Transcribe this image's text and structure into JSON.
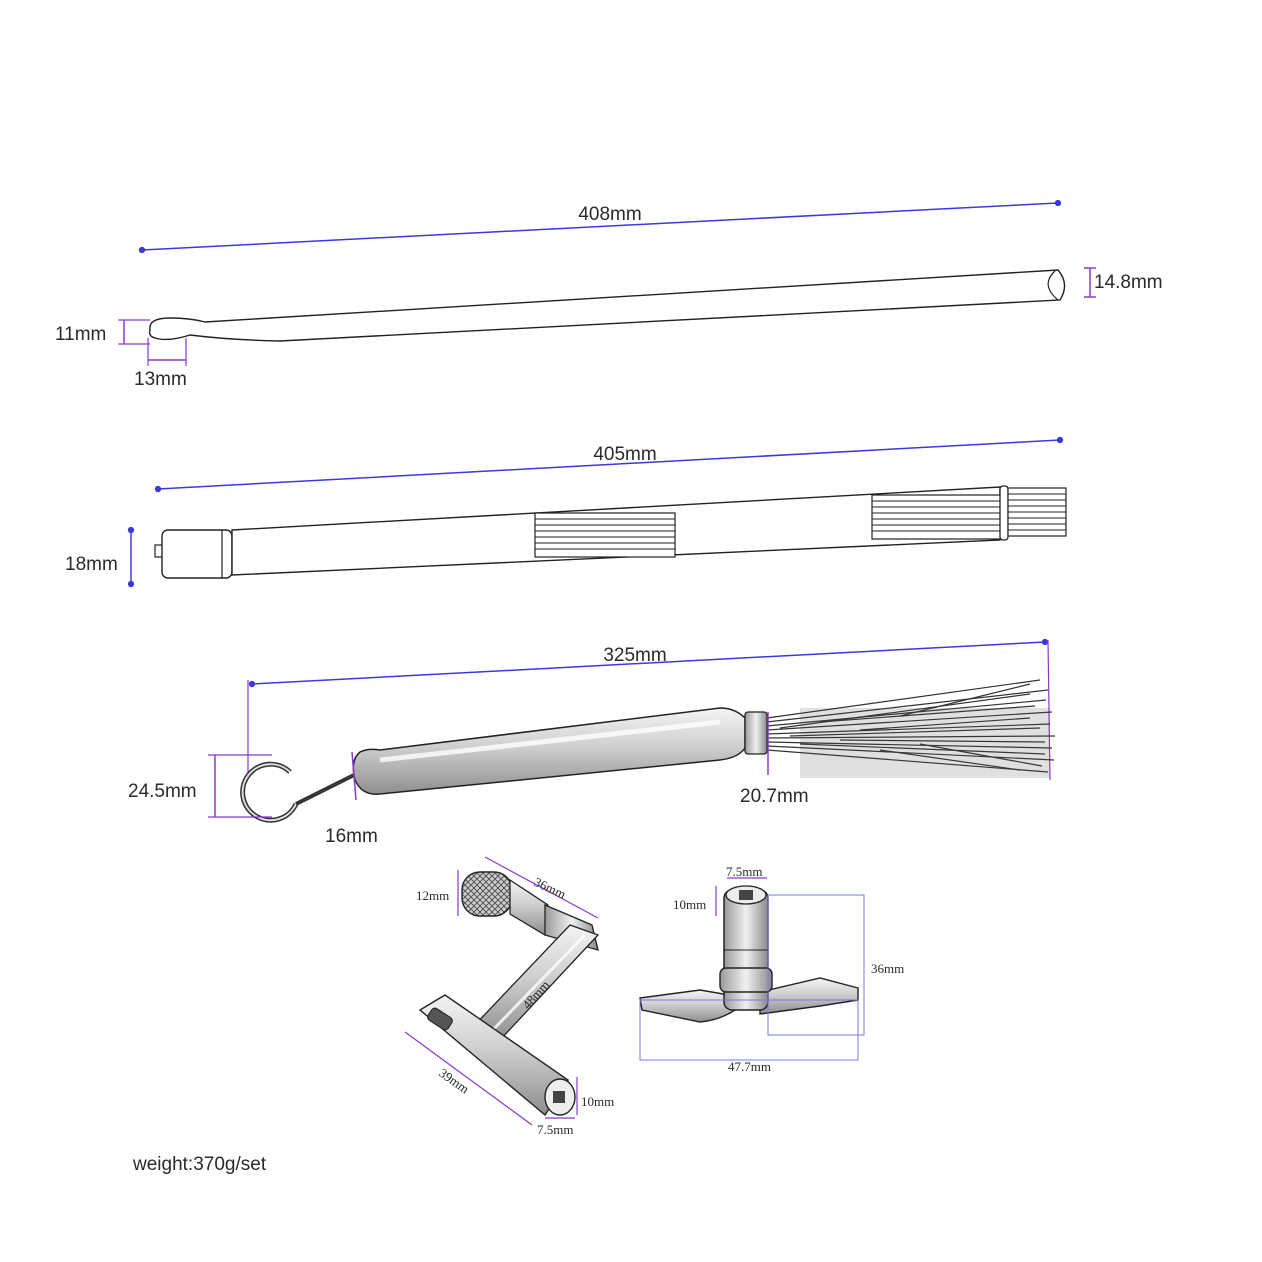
{
  "colors": {
    "dimension_line": "#3a3adb",
    "dimension_tick": "#8a3acb",
    "outline": "#222222",
    "metal": "#bdbdbd"
  },
  "drumstick": {
    "length": "408mm",
    "butt_diameter": "14.8mm",
    "tip_height": "11mm",
    "tip_length": "13mm"
  },
  "rod_stick": {
    "length": "405mm",
    "diameter": "18mm"
  },
  "wire_brush": {
    "length": "325mm",
    "loop_diameter": "24.5mm",
    "shaft_diameter": "16mm",
    "handle_diameter": "20.7mm"
  },
  "crank_key": {
    "knob": "12mm",
    "arm": "36mm",
    "shaft": "48mm",
    "bar": "39mm",
    "socket_outer": "10mm",
    "socket_inner": "7.5mm"
  },
  "t_key": {
    "socket_outer": "7.5mm",
    "socket_side": "10mm",
    "height": "36mm",
    "width": "47.7mm"
  },
  "weight": "weight:370g/set"
}
